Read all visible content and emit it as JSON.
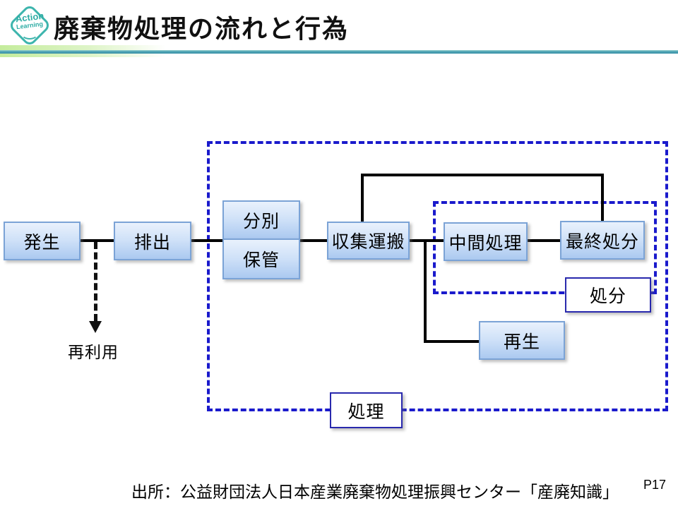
{
  "header": {
    "logo_line1": "Action",
    "logo_line2": "Learning",
    "title": "廃棄物処理の流れと行為"
  },
  "diagram": {
    "nodes": {
      "generation": "発生",
      "discharge": "排出",
      "sorting": "分別",
      "storage": "保管",
      "collection_transport": "収集運搬",
      "intermediate_treatment": "中間処理",
      "final_disposal": "最終処分",
      "recycling": "再生"
    },
    "group_labels": {
      "disposal": "処分",
      "treatment": "処理"
    },
    "reuse_label": "再利用"
  },
  "footer": {
    "source": "出所：公益財団法人日本産業廃棄物処理振興センター「産廃知識」",
    "page": "P17"
  },
  "colors": {
    "accent_teal": "#3db5ad",
    "divider_teal": "#4ba2b4",
    "divider_green": "#c4ec9c",
    "node_border": "#7ba3d6",
    "node_fill_top": "#e9f1fc",
    "node_fill_bottom": "#abc9f0",
    "dashed_group_blue": "#1a1acc",
    "label_box_border": "#2929ad",
    "connector_black": "#000000"
  }
}
